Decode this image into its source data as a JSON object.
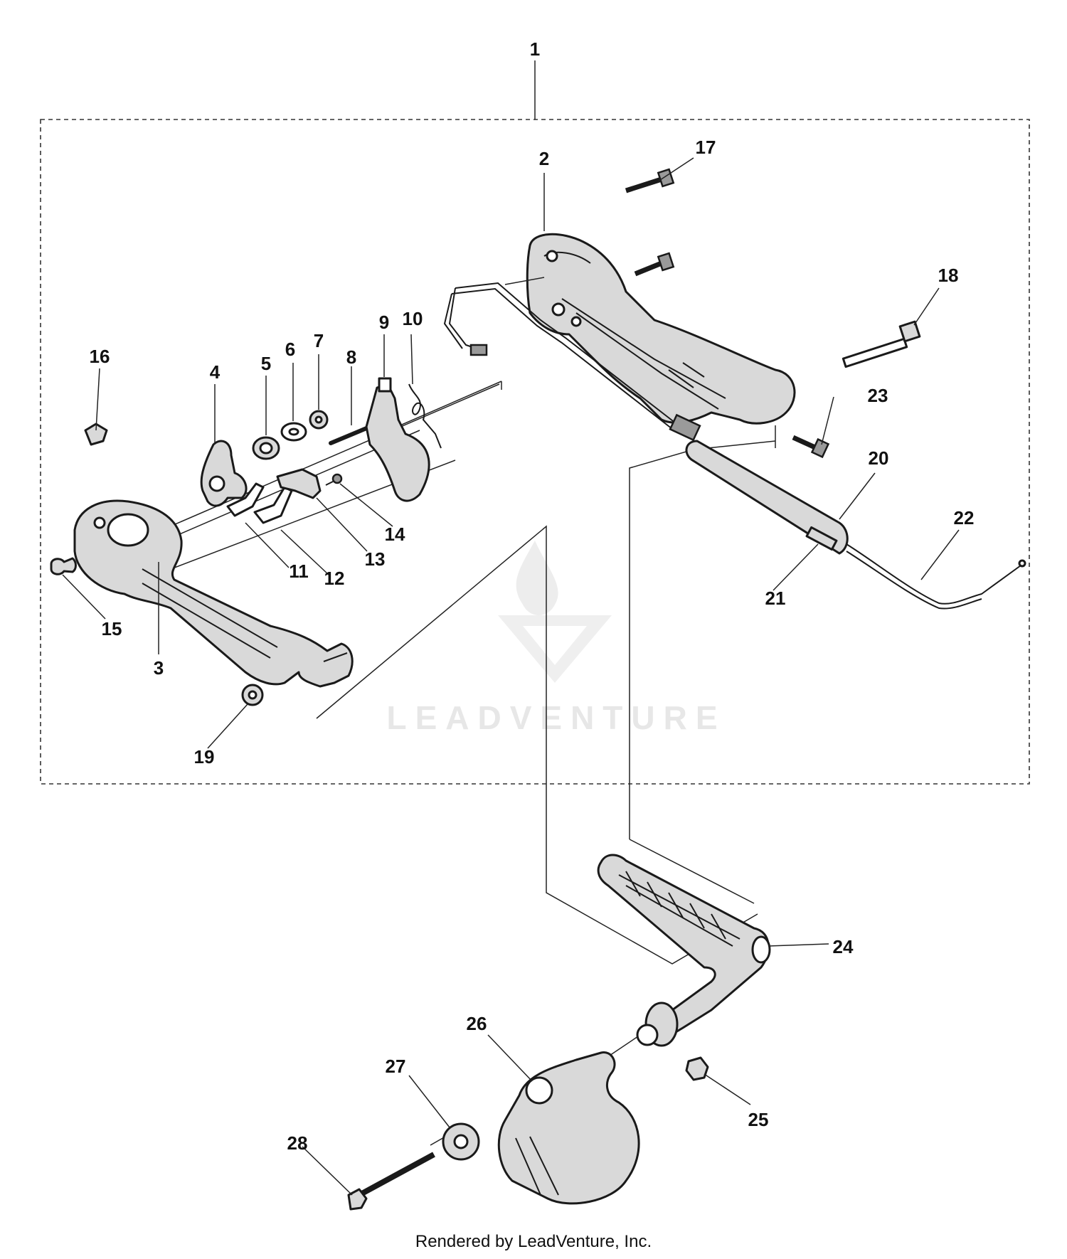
{
  "callouts": [
    "1",
    "2",
    "3",
    "4",
    "5",
    "6",
    "7",
    "8",
    "9",
    "10",
    "11",
    "12",
    "13",
    "14",
    "15",
    "16",
    "17",
    "18",
    "19",
    "20",
    "21",
    "22",
    "23",
    "24",
    "25",
    "26",
    "27",
    "28"
  ],
  "watermark": {
    "brand": "LEADVENTURE",
    "color": "#e7e7e7"
  },
  "footer": {
    "text": "Rendered by LeadVenture, Inc."
  }
}
